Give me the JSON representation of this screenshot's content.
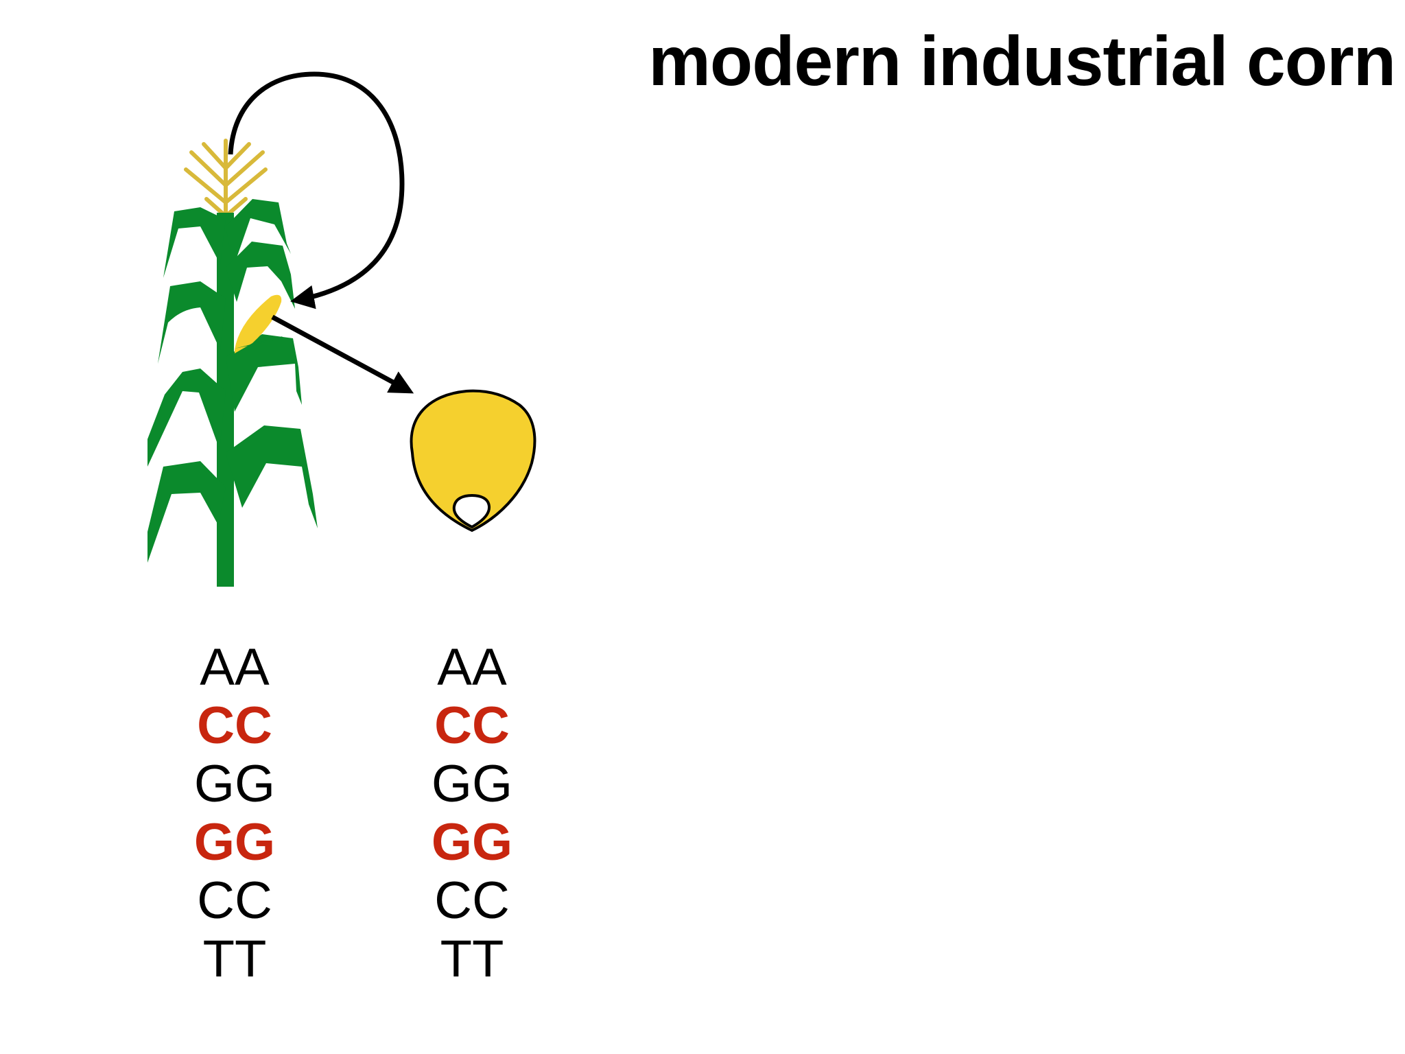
{
  "title": "modern industrial corn",
  "colors": {
    "leaf": "#0b8a2c",
    "tassel": "#d8b93a",
    "kernel": "#f5d02e",
    "highlight": "#c8260f",
    "outline": "#000000"
  },
  "plant_genotype": [
    "AA",
    "CC",
    "GG",
    "GG",
    "CC",
    "TT"
  ],
  "seed_genotype": [
    "AA",
    "CC",
    "GG",
    "GG",
    "CC",
    "TT"
  ],
  "highlighted_rows": [
    1,
    3
  ]
}
